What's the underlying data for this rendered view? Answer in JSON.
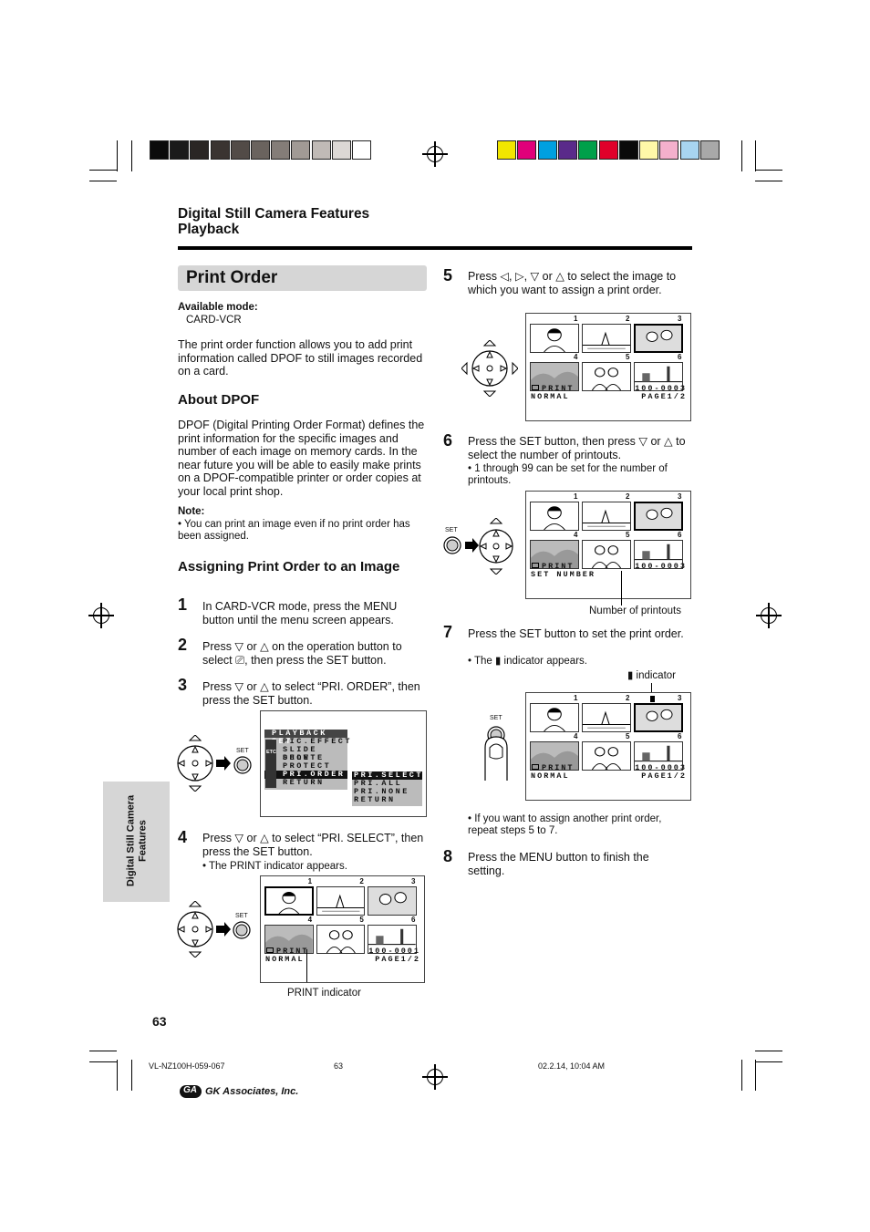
{
  "header": {
    "line1": "Digital Still Camera Features",
    "line2": "Playback"
  },
  "title": "Print Order",
  "available_mode": {
    "label": "Available mode:",
    "value": "CARD-VCR"
  },
  "intro": "The print order function allows you to add print information called DPOF to still images recorded on a card.",
  "about": {
    "heading": "About DPOF",
    "text": "DPOF (Digital Printing Order Format) defines the print information for the specific images and number of each image on memory cards. In the near future you will be able to easily make prints on a DPOF-compatible printer or order copies at your local print shop.",
    "note_label": "Note:",
    "note": "• You can print an image even if no print order has been assigned."
  },
  "assign": {
    "heading": "Assigning Print Order to an Image"
  },
  "steps": [
    {
      "num": "1",
      "text": "In CARD-VCR mode, press the MENU button until the menu screen appears."
    },
    {
      "num": "2",
      "text": "Press ▽ or △ on the operation button to select ⎚, then press the SET button."
    },
    {
      "num": "3",
      "text": "Press ▽ or △ to select “PRI. ORDER”, then press the SET button."
    },
    {
      "num": "4",
      "text": "Press ▽ or △ to select “PRI. SELECT”, then press the SET button.",
      "bullet": "• The PRINT indicator appears."
    },
    {
      "num": "5",
      "text": "Press ◁, ▷, ▽ or △ to select the image to which you want to assign a print order."
    },
    {
      "num": "6",
      "text": "Press the SET button, then press ▽ or △ to select the number of printouts.",
      "bullet": "• 1 through 99 can be set for the number of printouts."
    },
    {
      "num": "7",
      "text": "Press the SET button to set the print order.",
      "bullet": "• The ▮ indicator appears.",
      "bullet2": "• If you want to assign another print order, repeat steps 5 to 7."
    },
    {
      "num": "8",
      "text": "Press the MENU button to finish the setting."
    }
  ],
  "menu": {
    "title": "PLAYBACK SET",
    "items": [
      "PIC.EFFECT",
      "SLIDE SHOW",
      "DELETE",
      "PROTECT",
      "PRI.ORDER",
      "RETURN"
    ],
    "sub_items": [
      "PRI.SELECT",
      "PRI.ALL",
      "PRI.NONE",
      "RETURN"
    ]
  },
  "screens": {
    "s4": {
      "nums": [
        "1",
        "2",
        "3",
        "4",
        "5",
        "6"
      ],
      "left1": "PRINT",
      "left2": "NORMAL",
      "right1": "100-0001",
      "right2": "PAGE1/2"
    },
    "s5": {
      "nums": [
        "1",
        "2",
        "3",
        "4",
        "5",
        "6"
      ],
      "left1": "PRINT",
      "left2": "NORMAL",
      "right1": "100-0003",
      "right2": "PAGE1/2"
    },
    "s6": {
      "nums": [
        "1",
        "2",
        "3",
        "4",
        "5",
        "6"
      ],
      "left1": "PRINT",
      "left2": "SET NUMBER",
      "right1": "100-0003",
      "right2": ""
    },
    "s7": {
      "nums": [
        "1",
        "2",
        "3",
        "4",
        "5",
        "6"
      ],
      "left1": "PRINT",
      "left2": "NORMAL",
      "right1": "100-0003",
      "right2": "PAGE1/2"
    }
  },
  "labels": {
    "set": "SET",
    "print_indicator": "PRINT indicator",
    "number_of_printouts": "Number of printouts",
    "indicator": "▮ indicator",
    "menu_icon_text": "ETC"
  },
  "sidetab": "Digital Still Camera Features",
  "page_number": "63",
  "footer": {
    "file": "VL-NZ100H-059-067",
    "page": "63",
    "date": "02.2.14, 10:04 AM",
    "company": "GK Associates, Inc.",
    "logo": "GA"
  },
  "colors": {
    "gray_bar": [
      "#0b0b0b",
      "#1a1a1a",
      "#2a2624",
      "#3a3431",
      "#524b47",
      "#6a635e",
      "#847d78",
      "#a19a95",
      "#c0bab6",
      "#dcd8d5",
      "#ffffff"
    ],
    "color_bar": [
      "#f2e600",
      "#e0007a",
      "#00a0e0",
      "#5a2a8a",
      "#00a04a",
      "#e0002a",
      "#0a0a0a",
      "#fff8a8",
      "#f4b0cc",
      "#a8d4f0",
      "#a8a8a8"
    ]
  }
}
